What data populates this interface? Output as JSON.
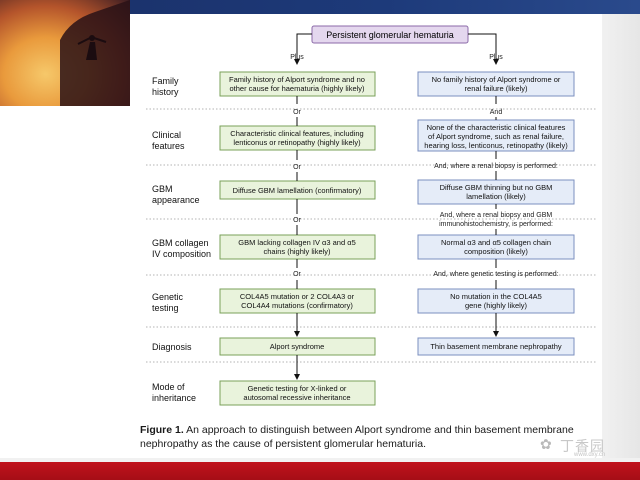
{
  "title": "Persistent glomerular hematuria",
  "branch_left": "Plus",
  "branch_right": "Plus",
  "rows": [
    {
      "label": [
        "Family",
        "history"
      ],
      "left": [
        "Family history of Alport syndrome and no",
        "other cause for haematuria (highly likely)"
      ],
      "right": [
        "No family history of Alport syndrome or",
        "renal failure (likely)"
      ]
    },
    {
      "label": [
        "Clinical",
        "features"
      ],
      "left": [
        "Characteristic clinical features, including",
        "lenticonus or retinopathy (highly likely)"
      ],
      "right": [
        "None of the characteristic clinical features",
        "of Alport syndrome, such as renal failure,",
        "hearing loss, lenticonus, retinopathy (likely)"
      ]
    },
    {
      "label": [
        "GBM",
        "appearance"
      ],
      "left": [
        "Diffuse GBM lamellation (confirmatory)"
      ],
      "right": [
        "Diffuse GBM thinning but no GBM",
        "lamellation (likely)"
      ]
    },
    {
      "label": [
        "GBM collagen",
        "IV composition"
      ],
      "left": [
        "GBM lacking collagen IV α3 and α5",
        "chains (highly likely)"
      ],
      "right": [
        "Normal α3 and α5 collagen chain",
        "composition (likely)"
      ]
    },
    {
      "label": [
        "Genetic",
        "testing"
      ],
      "left": [
        "COL4A5 mutation or 2 COL4A3 or",
        "COL4A4 mutations (confirmatory)"
      ],
      "right": [
        "No mutation in the COL4A5",
        "gene (highly likely)"
      ]
    },
    {
      "label": [
        "Diagnosis"
      ],
      "left": [
        "Alport syndrome"
      ],
      "right": [
        "Thin basement membrane nephropathy"
      ]
    },
    {
      "label": [
        "Mode of",
        "inheritance"
      ],
      "left": [
        "Genetic testing for X-linked or",
        "autosomal recessive inheritance"
      ]
    }
  ],
  "left_connectors": [
    "Or",
    "Or",
    "Or",
    "Or"
  ],
  "right_connectors": [
    [
      "And"
    ],
    [
      "And, where a renal biopsy is performed:"
    ],
    [
      "And, where a renal biopsy and GBM",
      "immunohistochemistry, is performed:"
    ],
    [
      "And, where genetic testing is performed:"
    ]
  ],
  "caption": {
    "label": "Figure 1.",
    "text": " An approach to distinguish between Alport syndrome and thin basement membrane nephropathy as the cause of persistent glomerular hematuria."
  },
  "watermark": {
    "name": "丁香园",
    "url": "www.dxy.cn"
  },
  "colors": {
    "top_bar": "#1d3a7a",
    "bottom_bar": "#c1121c",
    "left_box_fill": "#e9f3dc",
    "right_box_fill": "#e5ecf8",
    "title_box_fill": "#e4d7ee"
  }
}
